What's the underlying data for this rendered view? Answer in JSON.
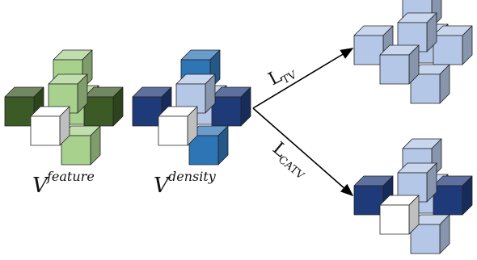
{
  "labels": {
    "feature_base": "V",
    "feature_sup": "feature",
    "density_base": "V",
    "density_sup": "density",
    "tv_base": "L",
    "tv_sub": "TV",
    "catv_base": "L",
    "catv_sub": "CATV"
  },
  "colors": {
    "feature_light": "#a9d18e",
    "feature_dark": "#3b5a25",
    "density_mid": "#2e75b6",
    "density_light": "#b4c7e7",
    "density_dark": "#1f3a78",
    "center": "#ffffff",
    "stroke": "#222222"
  }
}
